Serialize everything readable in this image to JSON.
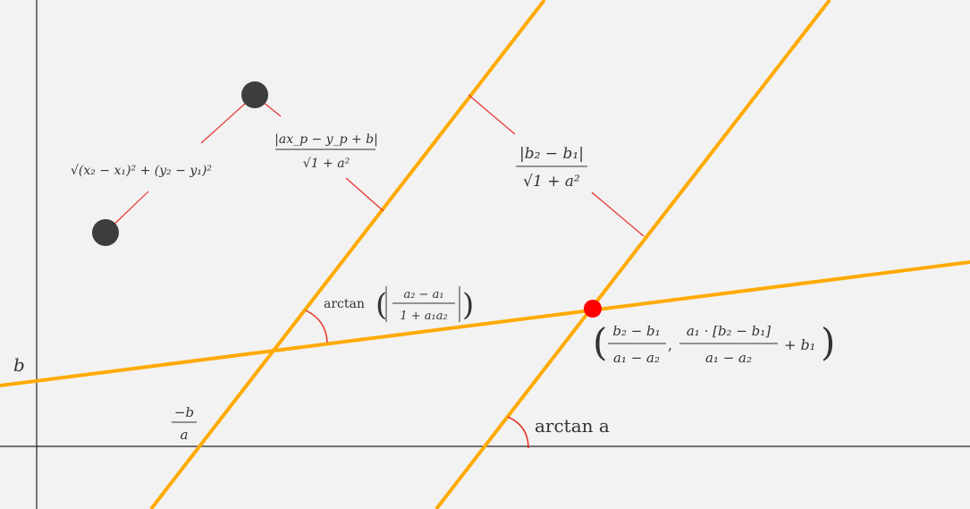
{
  "colors": {
    "background": "#f2f2f2",
    "axis": "#222222",
    "line": "#ffaa00",
    "connector": "#e8302a",
    "point_dark": "#3d3d3d",
    "point_red": "#ff0000",
    "text": "#333333"
  },
  "labels": {
    "b_intercept": "b",
    "x_intercept_num": "−b",
    "x_intercept_den": "a",
    "point_distance": "√(x₂ − x₁)² + (y₂ − y₁)²",
    "point_line_num": "|ax_p − y_p + b|",
    "point_line_den": "√1 + a²",
    "line_line_num": "|b₂ − b₁|",
    "line_line_den": "√1 + a²",
    "angle_between_prefix": "arctan",
    "angle_between_num": "a₂ − a₁",
    "angle_between_den": "1 + a₁a₂",
    "intersection_x_num": "b₂ − b₁",
    "intersection_x_den": "a₁ − a₂",
    "intersection_y_num": "a₁ · [b₂ − b₁]",
    "intersection_y_den": "a₁ − a₂",
    "intersection_y_tail": "+ b₁",
    "slope_angle": "arctan a"
  }
}
